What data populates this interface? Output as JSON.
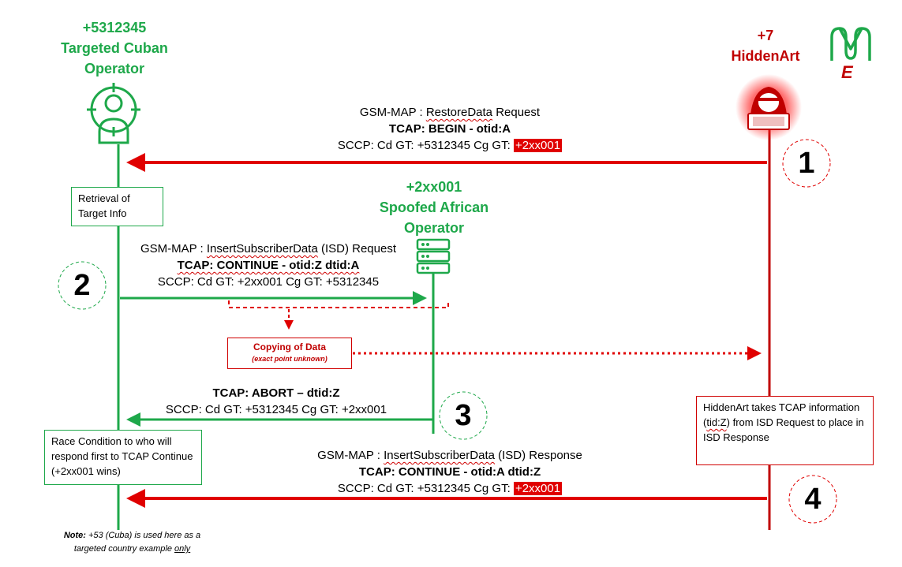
{
  "cuban": {
    "number": "+5312345",
    "line1": "Targeted Cuban",
    "line2": "Operator"
  },
  "hacker": {
    "number": "+7",
    "name": "HiddenArt"
  },
  "african": {
    "number": "+2xx001",
    "line1": "Spoofed African",
    "line2": "Operator"
  },
  "logo": {
    "letter": "E"
  },
  "msg1": {
    "l1_pre": "GSM-MAP : ",
    "l1_word": "RestoreData",
    "l1_post": " Request",
    "l2": "TCAP: BEGIN - otid:A",
    "l3": "SCCP: Cd GT: +5312345 Cg GT: ",
    "l3_hl": "+2xx001"
  },
  "msg2": {
    "l1_pre": "GSM-MAP : ",
    "l1_word": "InsertSubscriberData",
    "l1_post": " (ISD) Request",
    "l2": "TCAP: CONTINUE - otid:Z dtid:A",
    "l3": "SCCP: Cd GT: +2xx001 Cg GT: +5312345"
  },
  "msg3": {
    "l1": "TCAP: ABORT – dtid:Z",
    "l2": "SCCP: Cd GT: +5312345 Cg GT: +2xx001"
  },
  "msg4": {
    "l1_pre": "GSM-MAP : ",
    "l1_word": "InsertSubscriberData",
    "l1_post": " (ISD) Response",
    "l2": "TCAP: CONTINUE - otid:A dtid:Z",
    "l3": "SCCP: Cd GT: +5312345 Cg GT: ",
    "l3_hl": "+2xx001"
  },
  "boxes": {
    "retrieval": "Retrieval of Target Info",
    "race": "Race Condition to who will respond first to TCAP Continue (+2xx001 wins)",
    "hidden_pre": "HiddenArt takes TCAP information (",
    "hidden_word": "tid:Z",
    "hidden_post": ") from ISD Request to place in ISD Response",
    "copy_title": "Copying of Data",
    "copy_sub": "(exact point unknown)"
  },
  "steps": [
    "1",
    "2",
    "3",
    "4"
  ],
  "note": {
    "bold": "Note:",
    "text": " +53 (Cuba) is used here as a targeted country example ",
    "under": "only"
  },
  "colors": {
    "green": "#1ea84a",
    "red": "#d00000",
    "highlight": "#e00000"
  },
  "icons": {
    "target": "target-person-icon",
    "hacker": "hacker-laptop-icon",
    "server": "server-icon",
    "logo": "brand-logo-icon"
  }
}
